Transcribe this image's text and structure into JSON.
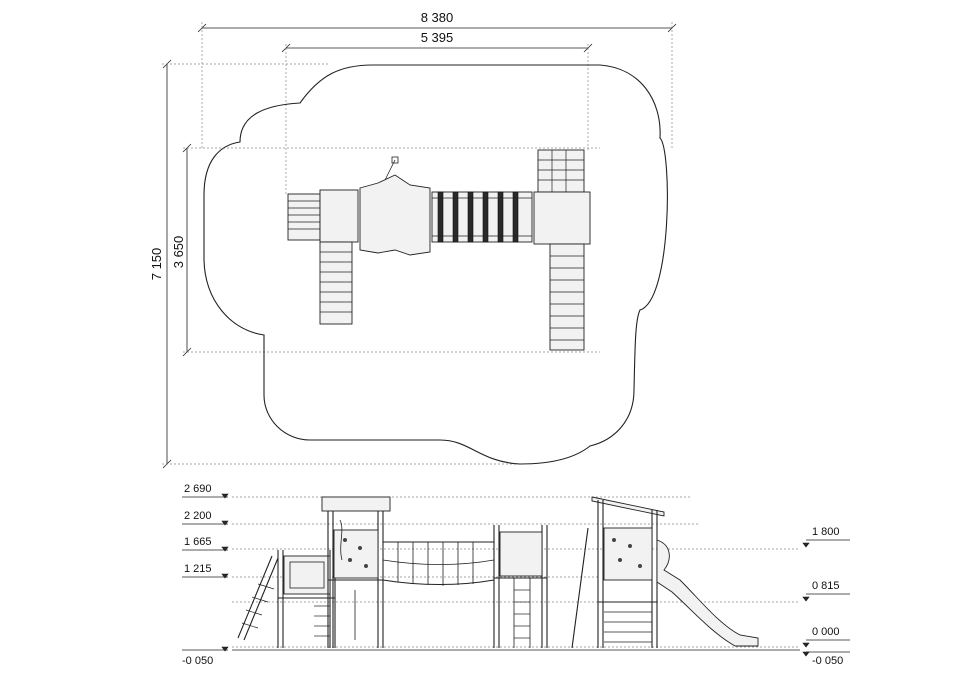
{
  "dimensions": {
    "overall_width": "8 380",
    "structure_width": "5 395",
    "overall_depth": "7 150",
    "structure_depth": "3 650"
  },
  "levels_left": [
    "2 690",
    "2 200",
    "1 665",
    "1 215",
    "-0 050"
  ],
  "levels_right": [
    "1 800",
    "0 815",
    "0 000",
    "-0 050"
  ]
}
